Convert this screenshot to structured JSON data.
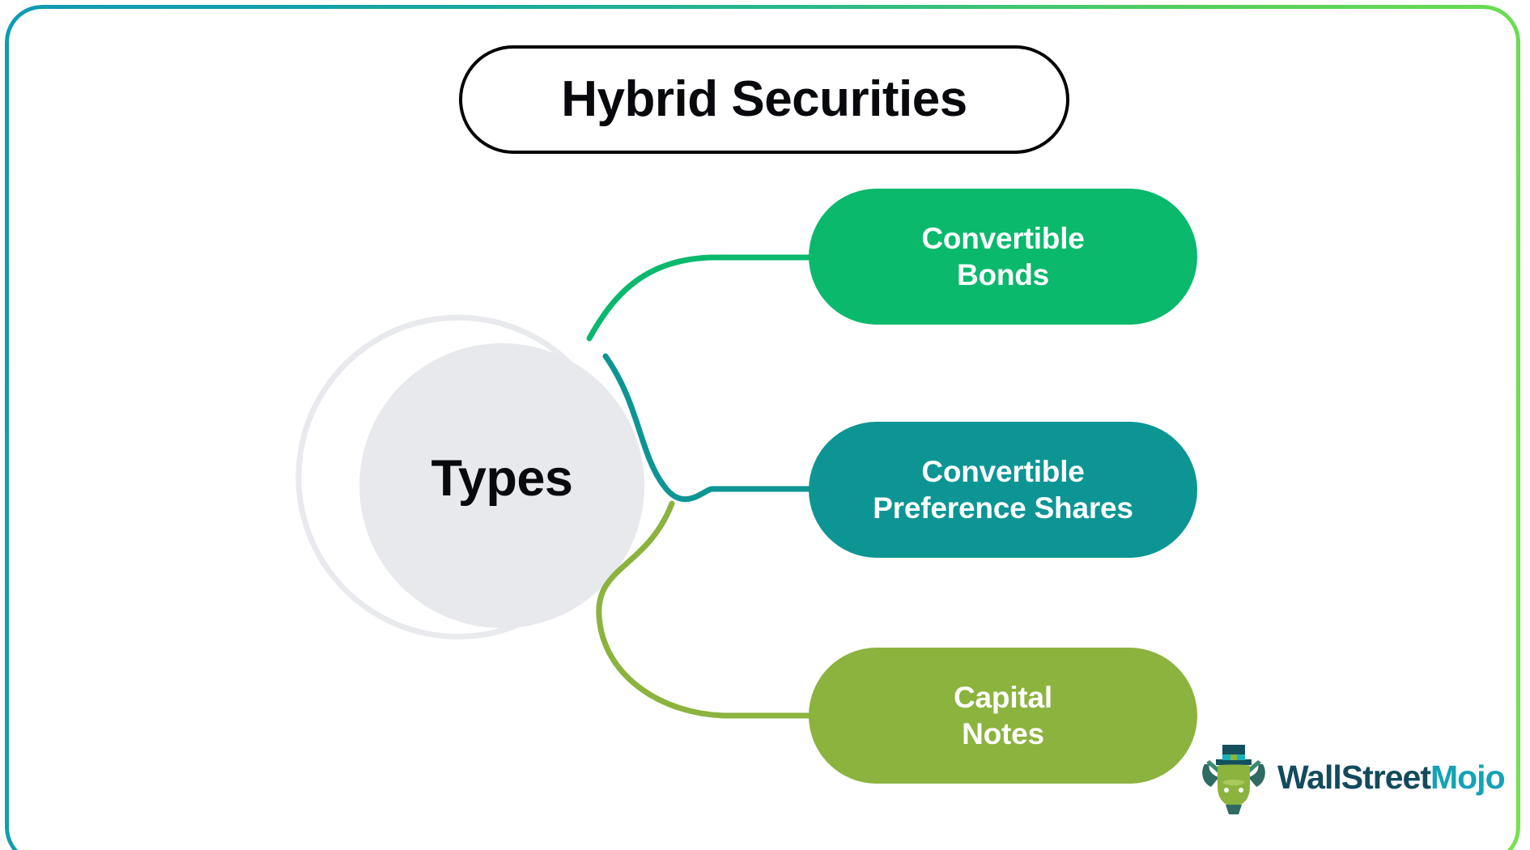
{
  "title": {
    "text": "Hybrid Securities"
  },
  "hub": {
    "label": "Types"
  },
  "branches": [
    {
      "id": "convertible-bonds",
      "lines": [
        "Convertible",
        "Bonds"
      ],
      "color": "#0ab96c",
      "connector_color": "#0ab96c"
    },
    {
      "id": "convertible-preference-shares",
      "lines": [
        "Convertible",
        "Preference Shares"
      ],
      "color": "#0d9594",
      "connector_color": "#0d9594"
    },
    {
      "id": "capital-notes",
      "lines": [
        "Capital",
        "Notes"
      ],
      "color": "#8bb33e",
      "connector_color": "#8bb33e"
    }
  ],
  "logo": {
    "word_primary": "WallStreet",
    "word_accent": "Mojo",
    "primary_color": "#134a5d",
    "accent_color": "#14a3b6"
  },
  "theme": {
    "background": "#ffffff",
    "hub_fill": "#e8e9ed",
    "hub_ring": "#e8eaee",
    "title_border": "#000000",
    "title_text_color": "#07090c",
    "frame_gradient_start": "#0f9bb5",
    "frame_gradient_end": "#76e24b"
  }
}
